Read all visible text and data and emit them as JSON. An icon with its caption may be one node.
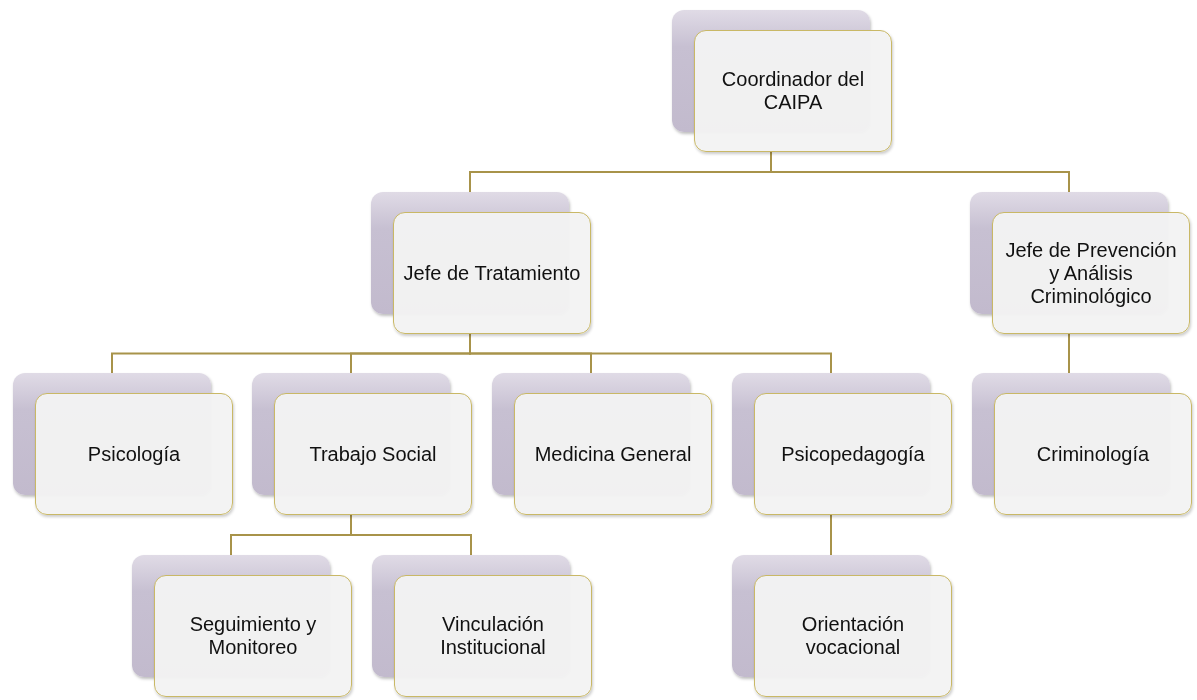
{
  "diagram": {
    "nodes": [
      {
        "text": [
          "Coordinador del CAIPA"
        ]
      },
      {
        "text": [
          "Jefe de Tratamiento"
        ]
      },
      {
        "text": [
          "Jefe de Prevención y Análisis Criminológico"
        ]
      },
      {
        "text": [
          "Psicología"
        ]
      },
      {
        "text": [
          "Trabajo Social"
        ]
      },
      {
        "text": [
          "Medicina General"
        ]
      },
      {
        "text": [
          "Psicopedagogía"
        ]
      },
      {
        "text": [
          "Criminología"
        ]
      },
      {
        "text": [
          "Seguimiento y Monitoreo"
        ]
      },
      {
        "text": [
          "Vinculación Institucional"
        ]
      },
      {
        "text": [
          "Orientación vocacional"
        ]
      }
    ],
    "edges": [
      {
        "from": 0,
        "to": 1,
        "arrow": "none"
      },
      {
        "from": 0,
        "to": 2,
        "arrow": "none"
      },
      {
        "from": 1,
        "to": 3,
        "arrow": "none"
      },
      {
        "from": 1,
        "to": 4,
        "arrow": "none"
      },
      {
        "from": 1,
        "to": 5,
        "arrow": "none"
      },
      {
        "from": 1,
        "to": 6,
        "arrow": "none"
      },
      {
        "from": 2,
        "to": 7,
        "arrow": "none"
      },
      {
        "from": 4,
        "to": 8,
        "arrow": "none"
      },
      {
        "from": 4,
        "to": 9,
        "arrow": "none"
      },
      {
        "from": 6,
        "to": 10,
        "arrow": "none"
      }
    ]
  }
}
